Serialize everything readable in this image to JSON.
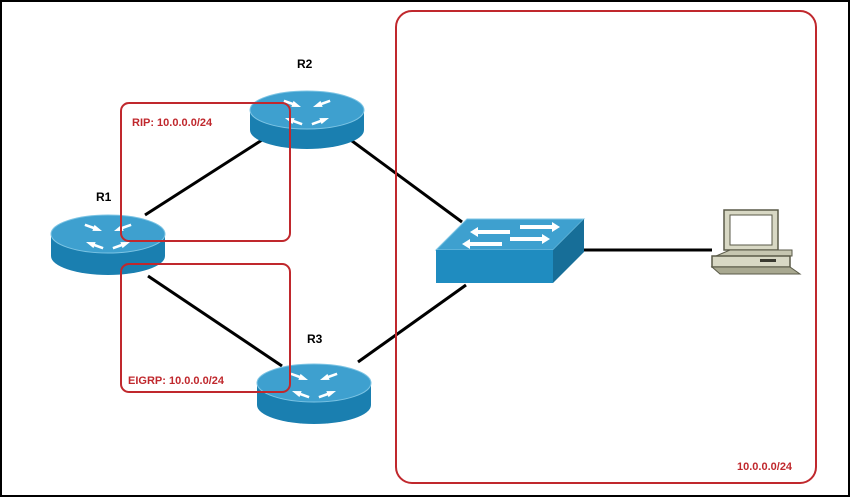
{
  "routers": [
    {
      "id": "R1",
      "label": "R1"
    },
    {
      "id": "R2",
      "label": "R2"
    },
    {
      "id": "R3",
      "label": "R3"
    }
  ],
  "annotations": {
    "rip": "RIP: 10.0.0.0/24",
    "eigrp": "EIGRP: 10.0.0.0/24",
    "lan": "10.0.0.0/24"
  },
  "colors": {
    "router_top": "#3ea0cf",
    "router_side": "#1a7fb0",
    "switch_top": "#3ea0cf",
    "switch_front": "#1f8cc0",
    "region_border": "#c0282d",
    "region_text": "#c0282d",
    "link": "#000000"
  },
  "icons": [
    "router-icon",
    "switch-icon",
    "workstation-icon"
  ]
}
